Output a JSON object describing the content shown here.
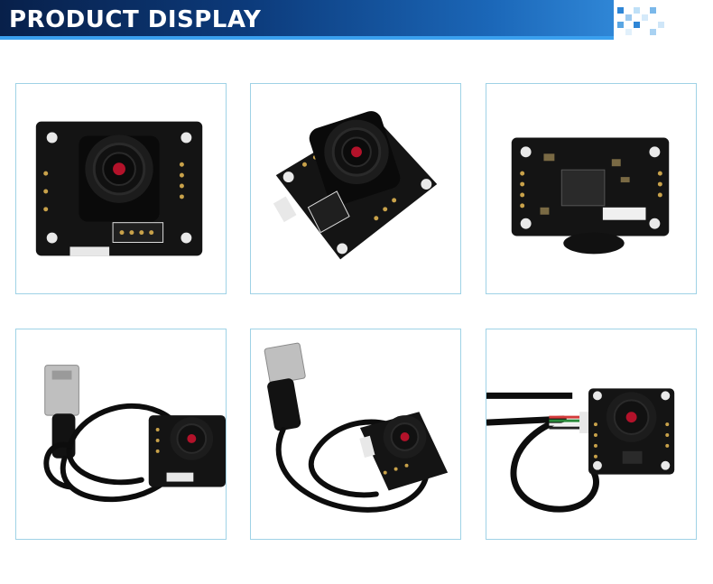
{
  "header": {
    "title": "PRODUCT DISPLAY",
    "bar_color": "#0c3a7a",
    "accent_color": "#3aa0ef"
  },
  "gallery": {
    "frame_color": "#9fd2e6",
    "photos": [
      {
        "subject": "camera-module-front"
      },
      {
        "subject": "camera-module-angled"
      },
      {
        "subject": "camera-module-back"
      },
      {
        "subject": "camera-module-with-usb-cable"
      },
      {
        "subject": "camera-module-with-usb-cable-angled"
      },
      {
        "subject": "camera-module-with-cable-side"
      }
    ]
  }
}
